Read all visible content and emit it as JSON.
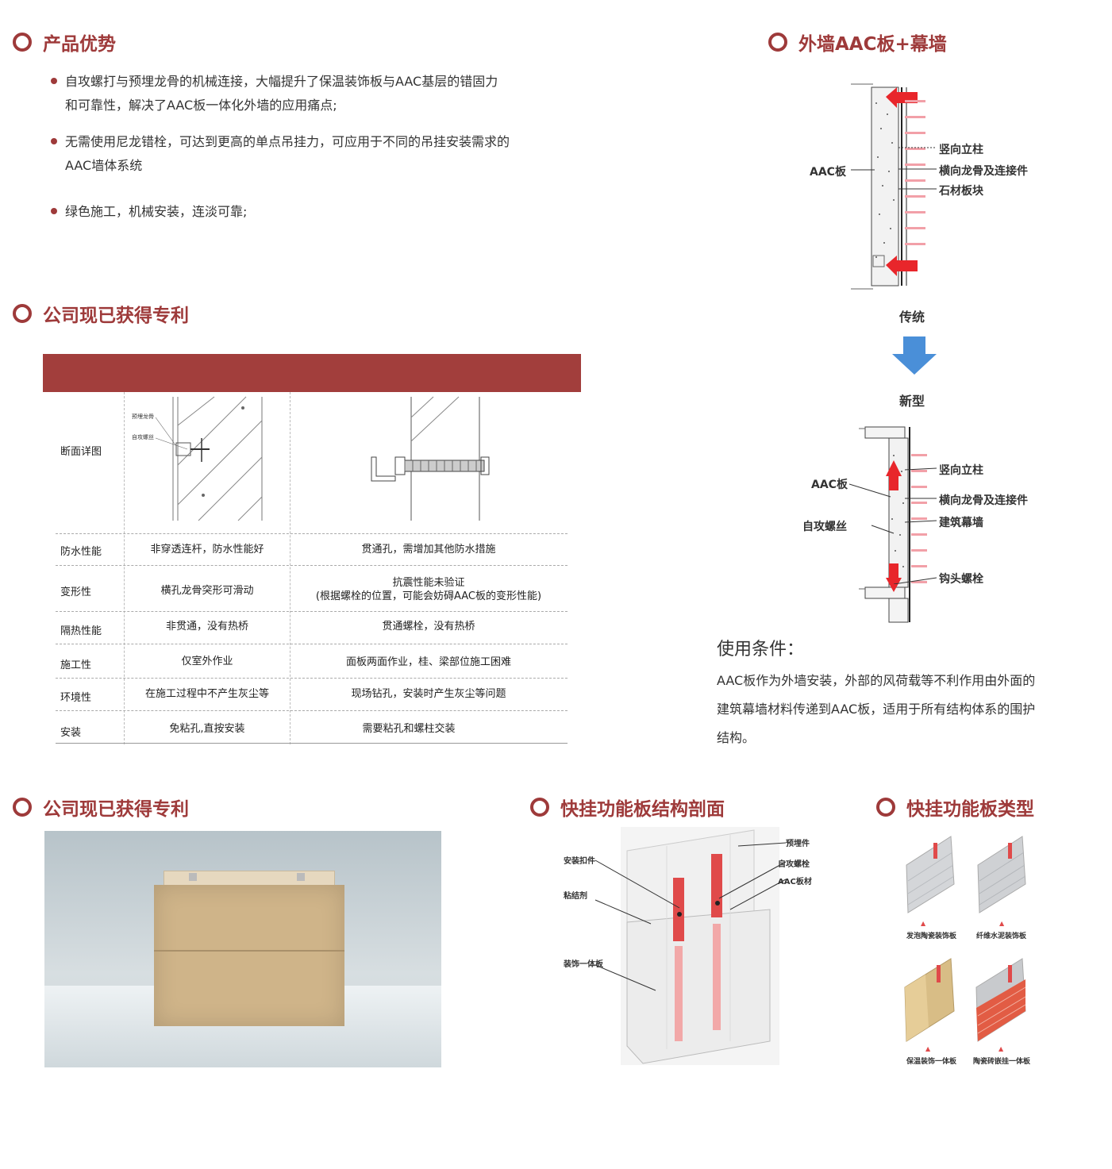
{
  "sections": {
    "advantages": {
      "title": "产品优势",
      "bullets": [
        "自攻螺打与预埋龙骨的机械连接，大幅提升了保温装饰板与AAC基层的错固力和可靠性，解决了AAC板一体化外墙的应用痛点;",
        "无需使用尼龙错栓，可达到更高的单点吊挂力，可应用于不同的吊挂安装需求的AAC墙体系统",
        "绿色施工，机械安装，连淡可靠;"
      ]
    },
    "patents": {
      "title": "公司现已获得专利",
      "table": {
        "section_label": "断面详图",
        "drawing_labels": [
          "预埋龙骨",
          "自攻螺丝"
        ],
        "rows": [
          {
            "label": "防水性能",
            "a": "非穿透连杆，防水性能好",
            "b": "贯通孔，需增加其他防水措施"
          },
          {
            "label": "变形性",
            "a": "横孔龙骨突形可滑动",
            "b": "抗震性能未验证\n(根据螺栓的位置，可能会妨碍AAC板的变形性能)"
          },
          {
            "label": "隔热性能",
            "a": "非贯通，没有热桥",
            "b": "贯通螺栓，没有热桥"
          },
          {
            "label": "施工性",
            "a": "仅室外作业",
            "b": "面板两面作业，桂、梁部位施工困难"
          },
          {
            "label": "环境性",
            "a": "在施工过程中不产生灰尘等",
            "b": "现场钻孔，安装时产生灰尘等问题"
          },
          {
            "label": "安装",
            "a": "免粘孔,直按安装",
            "b": "需要粘孔和螺柱交装"
          }
        ]
      }
    },
    "wall": {
      "title": "外墙AAC板+幕墙",
      "traditional": {
        "caption": "传统",
        "labels": {
          "aac": "AAC板",
          "column": "竖向立柱",
          "keel": "横向龙骨及连接件",
          "stone": "石材板块"
        }
      },
      "new": {
        "caption": "新型",
        "labels": {
          "aac": "AAC板",
          "screw": "自攻螺丝",
          "column": "竖向立柱",
          "keel": "横向龙骨及连接件",
          "curtain": "建筑幕墙",
          "hook": "钩头螺栓"
        }
      },
      "usage_title": "使用条件：",
      "usage_text": "AAC板作为外墙安装，外部的风荷载等不利作用由外面的建筑幕墙材料传递到AAC板，适用于所有结构体系的围护结构。"
    },
    "patents2": {
      "title": "公司现已获得专利"
    },
    "structure": {
      "title": "快挂功能板结构剖面",
      "labels": {
        "embed": "预埋件",
        "screw": "自攻螺栓",
        "aac": "AAC板材",
        "clip": "安装扣件",
        "glue": "粘结剂",
        "panel": "装饰一体板"
      }
    },
    "types": {
      "title": "快挂功能板类型",
      "items": [
        "发泡陶瓷装饰板",
        "纤维水泥装饰板",
        "保温装饰一体板",
        "陶瓷砖嵌挂一体板"
      ]
    }
  },
  "colors": {
    "accent": "#9e3a3a",
    "bar": "#a23e3c",
    "pink": "#f2a0a8",
    "red_arrow": "#e8262b",
    "blue_arrow": "#4a8fd8"
  }
}
